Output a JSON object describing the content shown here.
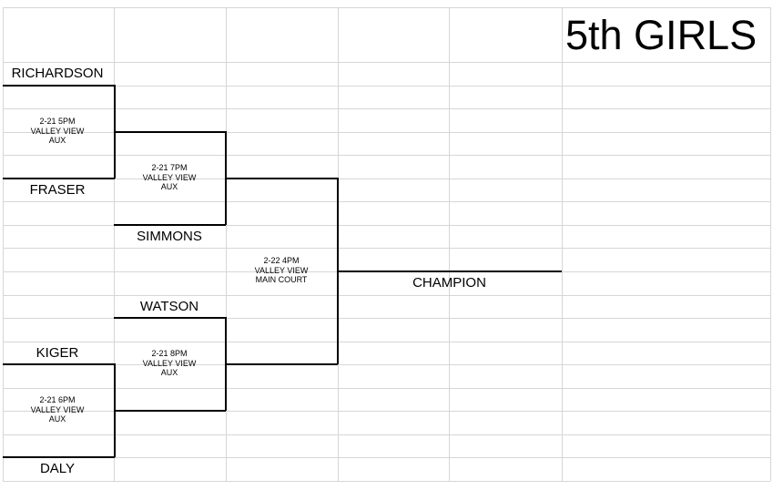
{
  "title": "5th GIRLS",
  "teams": {
    "r1_top_1": "RICHARDSON",
    "r1_top_2": "FRASER",
    "r2_top": "SIMMONS",
    "r2_bottom": "WATSON",
    "r1_bottom_1": "KIGER",
    "r1_bottom_2": "DALY",
    "champion": "CHAMPION"
  },
  "games": {
    "g1": {
      "line1": "2-21 5PM",
      "line2": "VALLEY VIEW",
      "line3": "AUX"
    },
    "g2": {
      "line1": "2-21 7PM",
      "line2": "VALLEY VIEW",
      "line3": "AUX"
    },
    "g3": {
      "line1": "2-22 4PM",
      "line2": "VALLEY VIEW",
      "line3": "MAIN COURT"
    },
    "g4": {
      "line1": "2-21 8PM",
      "line2": "VALLEY VIEW",
      "line3": "AUX"
    },
    "g5": {
      "line1": "2-21 6PM",
      "line2": "VALLEY VIEW",
      "line3": "AUX"
    }
  }
}
